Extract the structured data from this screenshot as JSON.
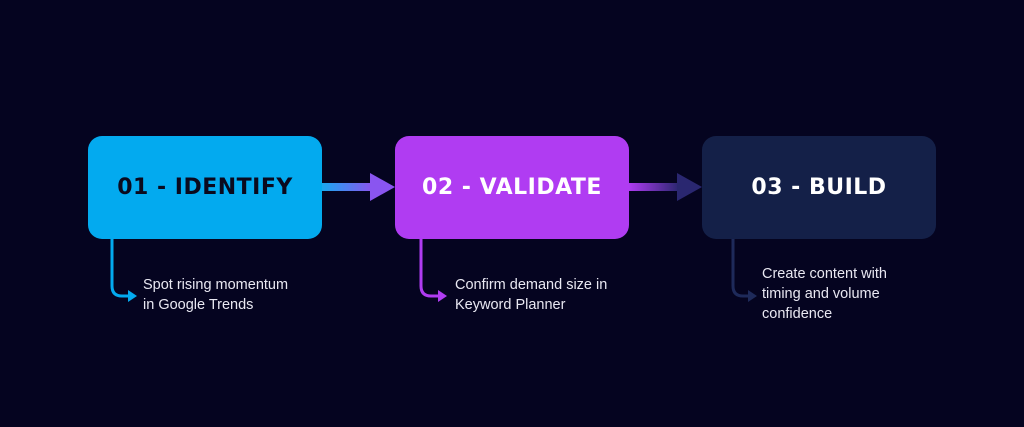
{
  "diagram": {
    "background": "#050420",
    "steps": [
      {
        "title": "01 - IDENTIFY",
        "description": "Spot rising momentum\nin Google Trends",
        "box_color": "#03aaef",
        "text_color": "#0a0a1e",
        "accent_color": "#03aaef"
      },
      {
        "title": "02 - VALIDATE",
        "description": "Confirm demand size in\nKeyword Planner",
        "box_color": "#b03cf2",
        "text_color": "#ffffff",
        "accent_color": "#b03cf2"
      },
      {
        "title": "03 - BUILD",
        "description": "Create content with\ntiming and volume\nconfidence",
        "box_color": "#142048",
        "text_color": "#ffffff",
        "accent_color": "#1e2a5a"
      }
    ],
    "arrows": [
      {
        "from_color": "#1aa8ef",
        "to_color": "#8a55f0"
      },
      {
        "from_color": "#b03cf2",
        "to_color": "#2a2770"
      }
    ]
  }
}
